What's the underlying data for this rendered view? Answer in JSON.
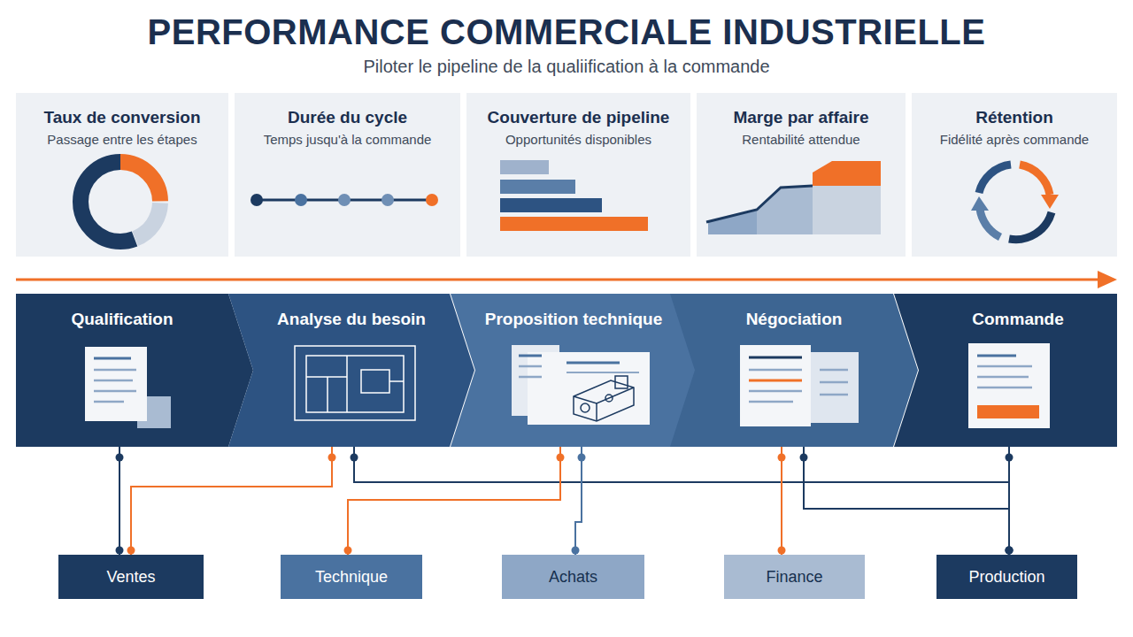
{
  "diagram": {
    "title": "PERFORMANCE COMMERCIALE INDUSTRIELLE",
    "caption": "Piloter le pipeline de la qualiification à la commande",
    "nodes": [
      {
        "text": [
          "Taux de conversion",
          "Passage entre les étapes"
        ]
      },
      {
        "text": [
          "Durée du cycle",
          "Temps jusqu'à la commande"
        ]
      },
      {
        "text": [
          "Couverture de pipeline",
          "Opportunités disponibles"
        ]
      },
      {
        "text": [
          "Marge par affaire",
          "Rentabilité attendue"
        ]
      },
      {
        "text": [
          "Rétention",
          "Fidélité après commande"
        ]
      },
      {
        "text": [
          "Qualification"
        ]
      },
      {
        "text": [
          "Analyse du besoin"
        ]
      },
      {
        "text": [
          "Proposition technique"
        ]
      },
      {
        "text": [
          "Négociation"
        ]
      },
      {
        "text": [
          "Commande"
        ]
      },
      {
        "text": [
          "Ventes"
        ]
      },
      {
        "text": [
          "Technique"
        ]
      },
      {
        "text": [
          "Achats"
        ]
      },
      {
        "text": [
          "Finance"
        ]
      },
      {
        "text": [
          "Production"
        ]
      }
    ],
    "edges": [
      {
        "from": 5,
        "to": 10,
        "arrow": "none"
      },
      {
        "from": 6,
        "to": 10,
        "arrow": "none"
      },
      {
        "from": 6,
        "to": 14,
        "arrow": "none"
      },
      {
        "from": 7,
        "to": 11,
        "arrow": "none"
      },
      {
        "from": 7,
        "to": 12,
        "arrow": "none"
      },
      {
        "from": 8,
        "to": 13,
        "arrow": "none"
      },
      {
        "from": 8,
        "to": 14,
        "arrow": "none"
      },
      {
        "from": 9,
        "to": 14,
        "arrow": "none"
      }
    ]
  }
}
